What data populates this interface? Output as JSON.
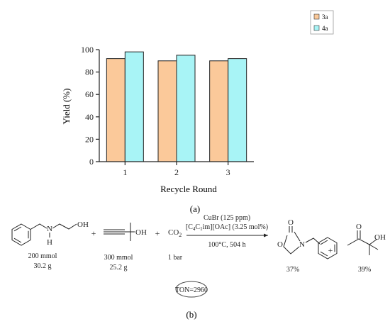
{
  "colors": {
    "series_3a": "#FBC99A",
    "series_4a": "#A8F4F6",
    "stroke": "#222222"
  },
  "chart_data": {
    "type": "bar",
    "title": "",
    "xlabel": "Recycle Round",
    "ylabel": "Yield (%)",
    "ylim": [
      0,
      100
    ],
    "yticks": [
      0,
      20,
      40,
      60,
      80,
      100
    ],
    "categories": [
      "1",
      "2",
      "3"
    ],
    "series": [
      {
        "name": "3a",
        "values": [
          92,
          90,
          90
        ]
      },
      {
        "name": "4a",
        "values": [
          98,
          95,
          92
        ]
      }
    ],
    "legend": "top-right",
    "grid": false
  },
  "panel_a_label": "(a)",
  "panel_b_label": "(b)",
  "scheme": {
    "reactant1": {
      "atoms": {
        "N": "N",
        "H": "H",
        "OH": "OH"
      },
      "amount": "200 mmol",
      "mass": "30.2 g"
    },
    "reactant2": {
      "atoms": {
        "OH": "OH"
      },
      "amount": "300 mmol",
      "mass": "25.2 g"
    },
    "co2": {
      "formula": "CO",
      "sub": "2",
      "pressure": "1 bar"
    },
    "plus": "+",
    "catalyst": "CuBr (125 ppm)",
    "ionic_liquid": {
      "p1": "[C",
      "s1": "4",
      "p2": "C",
      "s2": "1",
      "p3": "im][OAc] (3.25 mol%)"
    },
    "conditions": "100°C, 504 h",
    "product1": {
      "atoms": {
        "O_top": "O",
        "O_ring": "O",
        "N": "N"
      },
      "yield": "37%"
    },
    "product2": {
      "atoms": {
        "O": "O",
        "OH": "OH"
      },
      "yield": "39%"
    },
    "ton": "TON=2960"
  }
}
